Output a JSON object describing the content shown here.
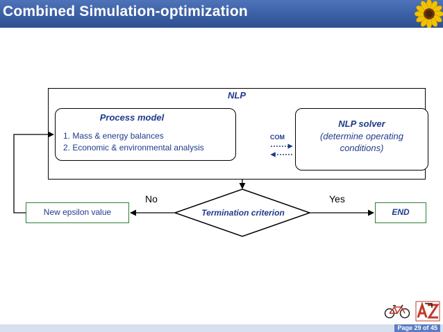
{
  "header": {
    "title": "Combined Simulation-optimization"
  },
  "nlp": {
    "label": "NLP"
  },
  "process_model": {
    "title": "Process model",
    "items": [
      "1. Mass & energy balances",
      "2. Economic & environmental analysis"
    ]
  },
  "solver": {
    "line1": "NLP solver",
    "line2": "(determine operating",
    "line3": "conditions)"
  },
  "com": {
    "label": "COM"
  },
  "decision": {
    "label": "Termination criterion",
    "no_label": "No",
    "yes_label": "Yes"
  },
  "epsilon": {
    "label": "New epsilon value"
  },
  "end": {
    "label": "END"
  },
  "footer": {
    "page": "Page 29 of 45"
  },
  "icons": {
    "header_logo": "sunflower-icon",
    "bike": "bicycle-icon",
    "footer_logo": "university-logo-icon"
  },
  "colors": {
    "header": "#3b5fa4",
    "text": "#1f3a8a",
    "box_border": "#2e7d32"
  }
}
